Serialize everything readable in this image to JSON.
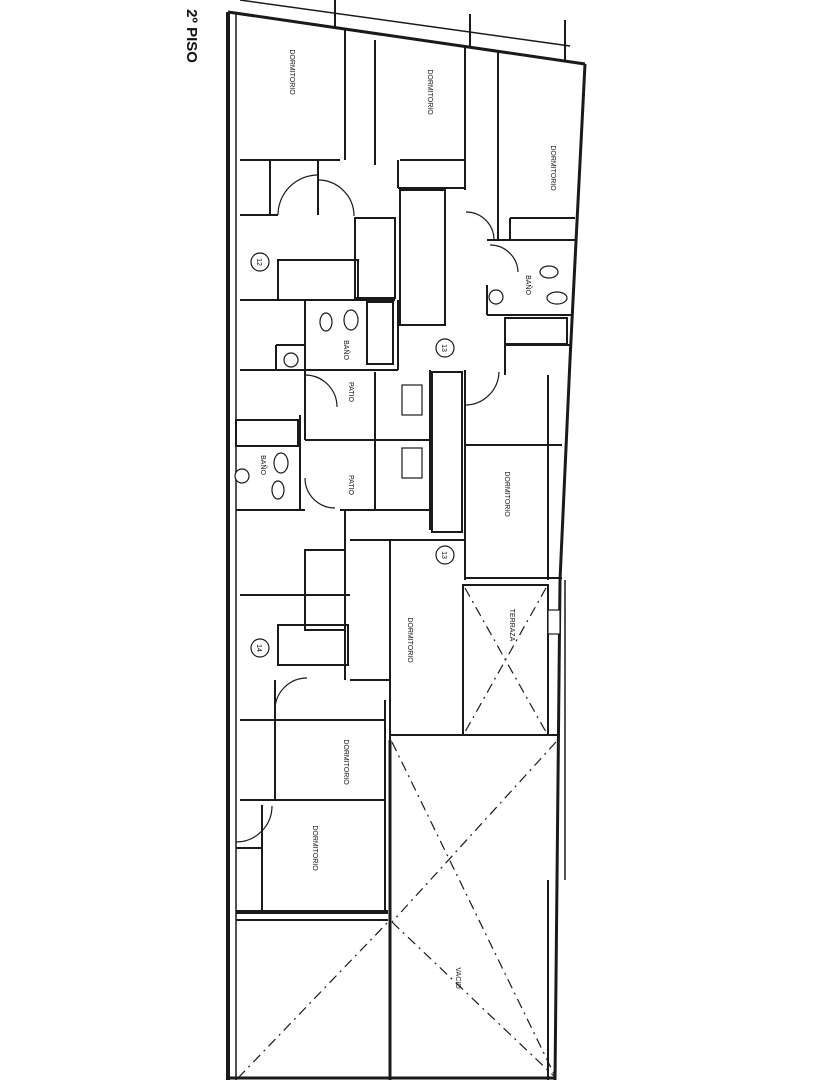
{
  "plan": {
    "floor_title": "2º PISO",
    "rooms": {
      "dormitorio": "DORMITORIO",
      "bano": "BAÑO",
      "patio": "PATIO",
      "terraza": "TERRAZA",
      "vacio": "VACIO"
    },
    "unit_numbers": [
      "12",
      "13",
      "14"
    ],
    "stroke_color": "#1a1a1a"
  }
}
